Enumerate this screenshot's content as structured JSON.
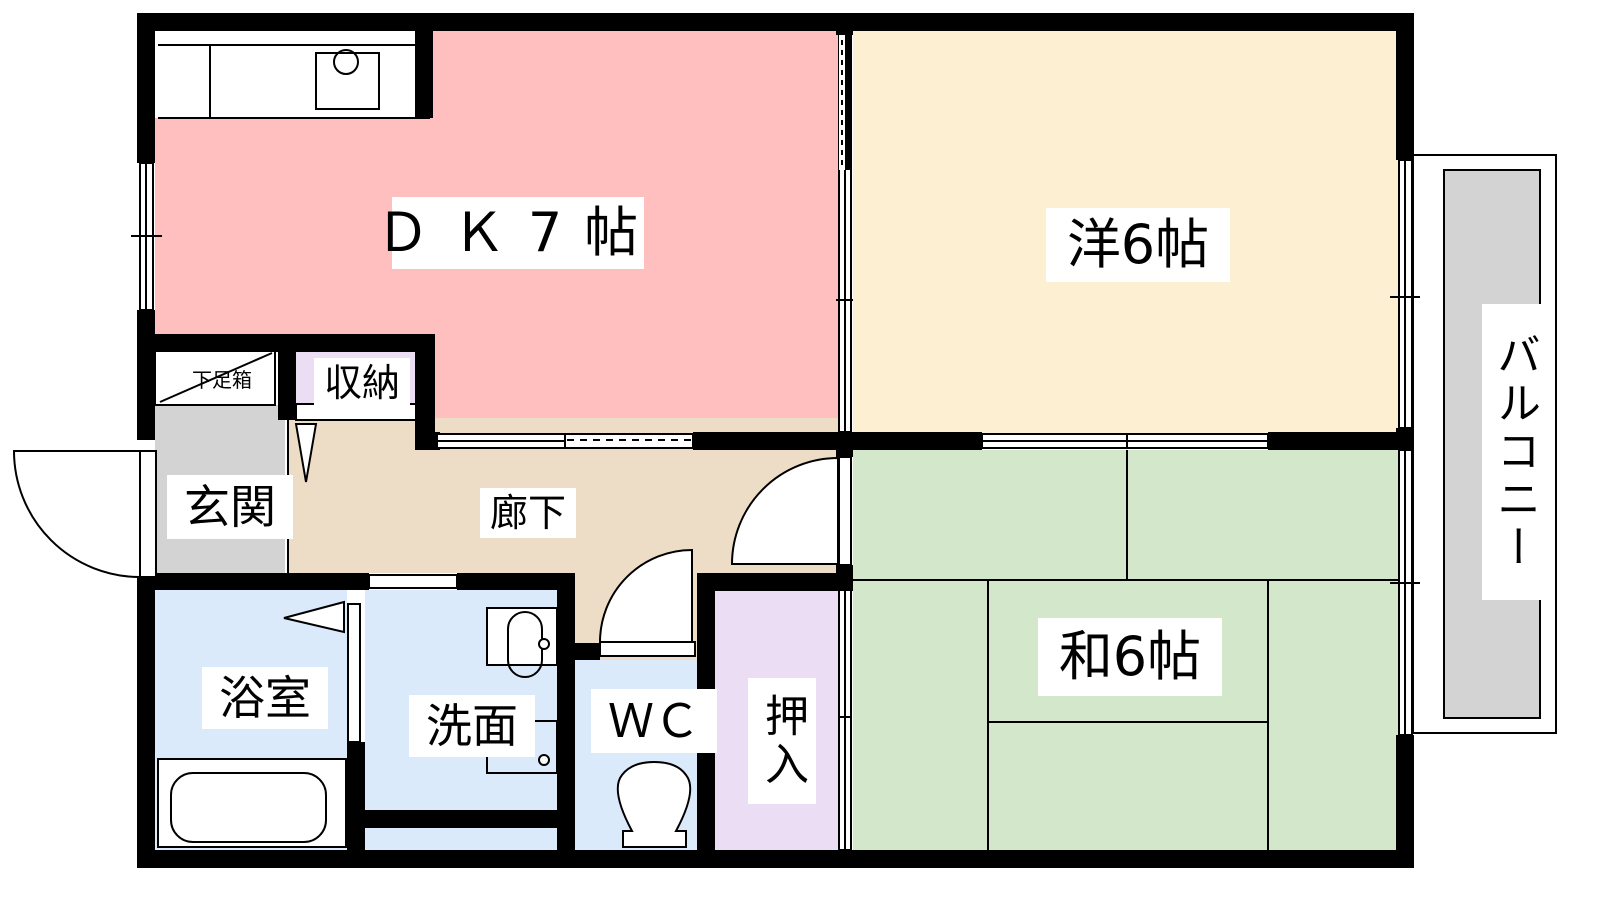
{
  "floorplan": {
    "colors": {
      "wall": "#000000",
      "dk": "#FFBFBF",
      "western": "#FDF0D2",
      "japanese": "#D3E8CB",
      "hallway": "#EEDDC6",
      "entrance": "#D3D3D3",
      "storage": "#EBDDF3",
      "bath": "#DAEAFB",
      "balcony": "#D3D3D3",
      "fixture": "#FFFFFF"
    },
    "rooms": {
      "dk": {
        "label": "ＤＫ7帖"
      },
      "western": {
        "label": "洋6帖"
      },
      "japanese": {
        "label": "和6帖"
      },
      "hallway": {
        "label": "廊下"
      },
      "entrance": {
        "label": "玄関"
      },
      "shoe_box": {
        "label": "下足箱"
      },
      "storage": {
        "label": "収納"
      },
      "bathroom": {
        "label": "浴室"
      },
      "washroom": {
        "label": "洗面"
      },
      "toilet": {
        "label": "ＷＣ"
      },
      "closet": {
        "label": "押入"
      },
      "balcony": {
        "label": "バルコニー"
      }
    }
  }
}
